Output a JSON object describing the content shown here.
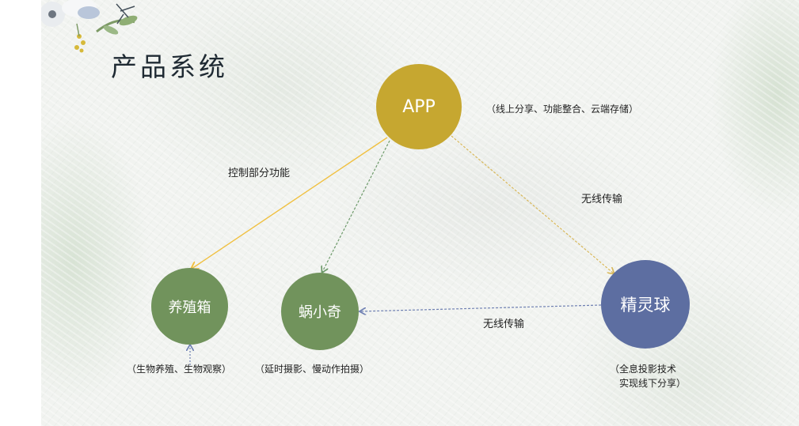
{
  "title": "产品系统",
  "nodes": {
    "app": {
      "label": "APP",
      "color": "#c6a730"
    },
    "breeding_box": {
      "label": "养殖箱",
      "color": "#71935c"
    },
    "snail": {
      "label": "蜗小奇",
      "color": "#71935c"
    },
    "sprite_ball": {
      "label": "精灵球",
      "color": "#5d6ea1"
    }
  },
  "edge_labels": {
    "app_to_box": "控制部分功能",
    "app_to_sprite": "无线传输",
    "sprite_to_snail": "无线传输"
  },
  "notes": {
    "app": "（线上分享、功能整合、云端存储）",
    "breeding_box": "（生物养殖、生物观察）",
    "snail": "（延时摄影、慢动作拍摄）",
    "sprite_line1": "（全息投影技术",
    "sprite_line2": "实现线下分享）"
  },
  "edge_colors": {
    "app_to_box": "#f0c040",
    "app_to_snail": "#6d9a6a",
    "app_to_sprite": "#d9b85a",
    "sprite_to_snail": "#6f80b2",
    "note_to_box": "#6f80b2"
  }
}
